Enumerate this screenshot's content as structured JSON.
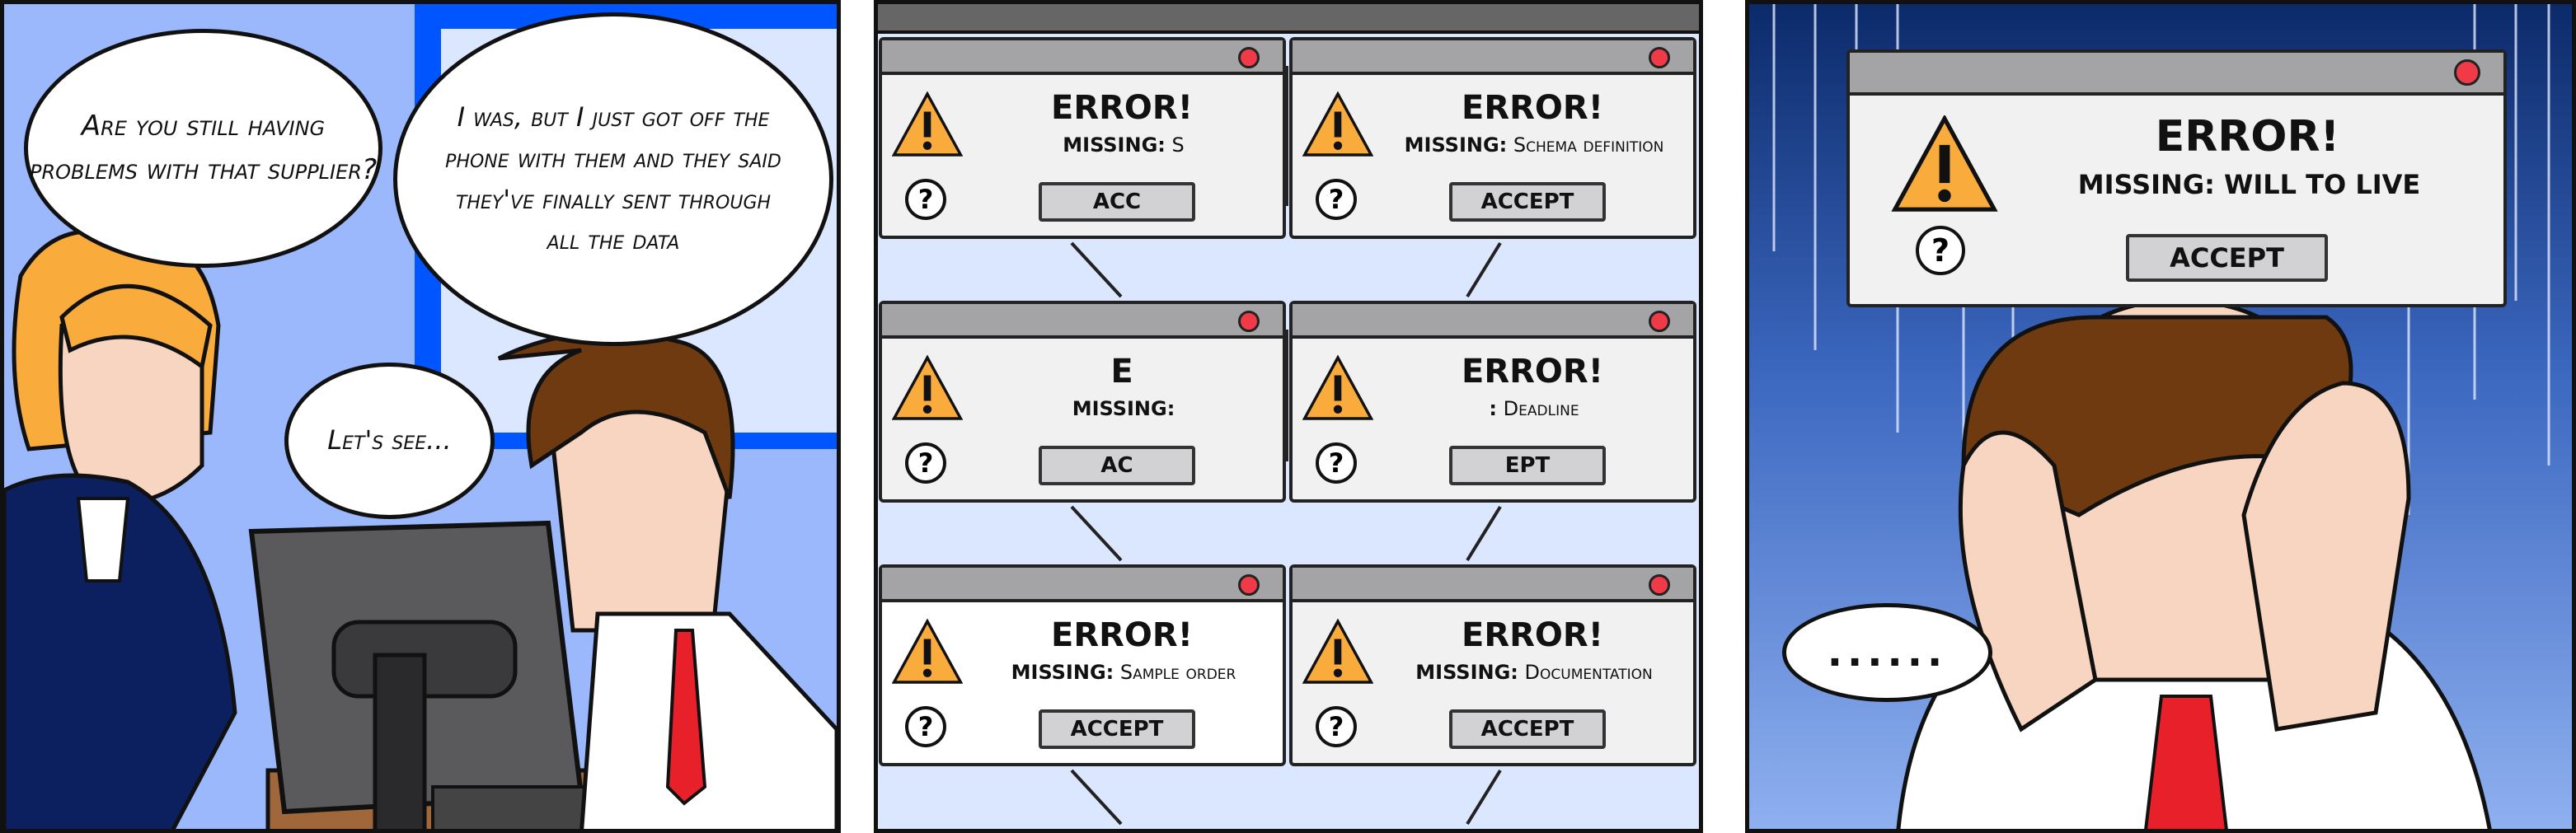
{
  "panel1": {
    "bubble_woman": "Are you still having problems with that supplier?",
    "bubble_man": "I was, but I just got off the phone with them and they said they've finally sent through all the data",
    "bubble_man2": "Let's see..."
  },
  "panel2": {
    "dialogs": [
      {
        "title": "ERROR!",
        "label": "MISSING:",
        "item": "S",
        "button": "ACC"
      },
      {
        "title": "ERROR!",
        "label": "MISSING:",
        "item": "Schema definition",
        "button": "ACCEPT"
      },
      {
        "title": "E",
        "label": "MISSING:",
        "item": "",
        "button": "AC"
      },
      {
        "title": "ERROR!",
        "label": ":",
        "item": "Deadline",
        "button": "EPT"
      },
      {
        "title": "ERROR!",
        "label": "MISSING:",
        "item": "Sample order",
        "button": "ACCEPT"
      },
      {
        "title": "ERROR!",
        "label": "MISSING:",
        "item": "Documentation",
        "button": "ACCEPT"
      }
    ]
  },
  "panel3": {
    "dialog": {
      "title": "ERROR!",
      "label": "MISSING:",
      "item": "WILL TO LIVE",
      "button": "ACCEPT"
    },
    "bubble": "......"
  },
  "colors": {
    "warning": "#f9ab3c",
    "close": "#f03a47",
    "titlebar": "#a4a4a6",
    "sky": "#9ab8fb",
    "window_frame": "#0055ff"
  }
}
